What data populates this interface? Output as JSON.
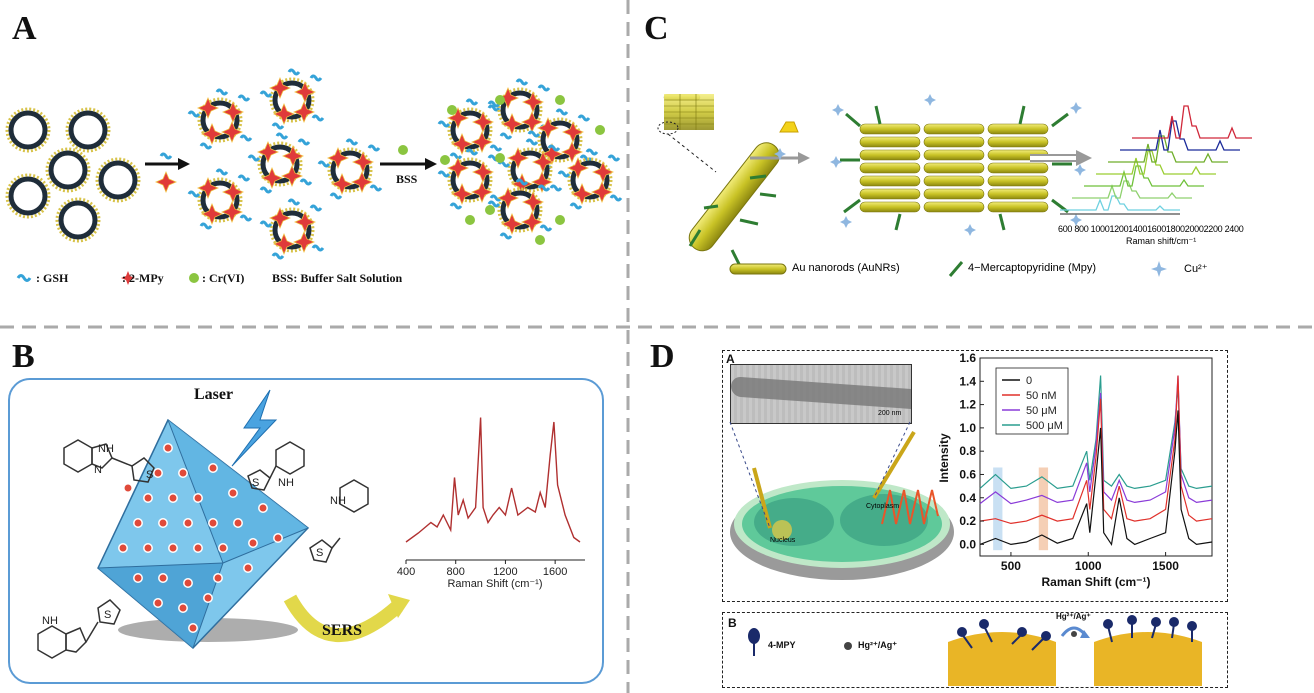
{
  "panels": {
    "A": {
      "label": "A",
      "arrow2_label": "BSS",
      "legend": {
        "gsh": "GSH",
        "mpy": "2-MPy",
        "cr": "Cr(VI)",
        "bss": "BSS: Buffer Salt Solution"
      }
    },
    "B": {
      "label": "B",
      "laser": "Laser",
      "sers": "SERS",
      "nh": "NH",
      "n": "N",
      "s": "S",
      "xlabel": "Raman Shift (cm⁻¹)",
      "xticks": [
        "400",
        "800",
        "1200",
        "1600"
      ]
    },
    "C": {
      "label": "C",
      "xlabel": "Raman shift/cm⁻¹",
      "xticks": "600 800 1000120014001600180020002200 2400",
      "legend": {
        "aunr": "Au nanorods (AuNRs)",
        "mpy": "4−Mercaptopyridine (Mpy)",
        "cu": "Cu²⁺"
      }
    },
    "D": {
      "label": "D",
      "subA": "A",
      "subB": "B",
      "scalebar": "200 nm",
      "cytoplasm": "Cytoplasm",
      "nucleus": "Nucleus",
      "ylabel": "Intensity",
      "xlabel": "Raman Shift (cm⁻¹)",
      "yticks": [
        "0.0",
        "0.2",
        "0.4",
        "0.6",
        "0.8",
        "1.0",
        "1.2",
        "1.4",
        "1.6"
      ],
      "xticks": [
        "500",
        "1000",
        "1500"
      ],
      "legend": [
        "0",
        "50 nM",
        "50 μM",
        "500 μM"
      ],
      "mpy": "4-MPY",
      "ion": "Hg²⁺/Ag⁺",
      "ion2": "Hg²⁺/Ag⁺"
    }
  },
  "chart_data": [
    {
      "type": "line",
      "panel": "B",
      "xlabel": "Raman Shift (cm⁻¹)",
      "xlim": [
        400,
        1800
      ],
      "x": [
        400,
        500,
        600,
        650,
        700,
        760,
        790,
        820,
        860,
        900,
        960,
        1000,
        1020,
        1060,
        1100,
        1150,
        1200,
        1250,
        1300,
        1380,
        1440,
        1480,
        1520,
        1560,
        1590,
        1620,
        1680,
        1750,
        1800
      ],
      "values": [
        0.12,
        0.18,
        0.25,
        0.22,
        0.3,
        0.2,
        0.55,
        0.3,
        0.4,
        0.28,
        0.35,
        0.95,
        0.35,
        0.25,
        0.3,
        0.35,
        0.3,
        0.48,
        0.3,
        0.35,
        0.32,
        0.45,
        0.35,
        0.7,
        0.92,
        0.5,
        0.3,
        0.15,
        0.12
      ]
    },
    {
      "type": "line",
      "panel": "D",
      "xlabel": "Raman Shift (cm⁻¹)",
      "ylabel": "Intensity",
      "xlim": [
        300,
        1800
      ],
      "ylim": [
        -0.1,
        1.6
      ],
      "series": [
        {
          "name": "0",
          "color": "#111111",
          "x": [
            300,
            400,
            500,
            600,
            700,
            800,
            900,
            990,
            1010,
            1050,
            1080,
            1100,
            1150,
            1200,
            1250,
            1300,
            1400,
            1500,
            1560,
            1580,
            1600,
            1650,
            1700,
            1800
          ],
          "values": [
            0.0,
            0.05,
            0.0,
            0.02,
            0.08,
            0.01,
            0.05,
            0.35,
            0.1,
            0.6,
            1.0,
            0.1,
            0.0,
            0.4,
            0.05,
            0.0,
            0.05,
            0.1,
            0.8,
            1.15,
            0.3,
            0.05,
            0.0,
            0.02
          ]
        },
        {
          "name": "50 nM",
          "color": "#e0302a",
          "x": [
            300,
            400,
            500,
            600,
            700,
            800,
            900,
            990,
            1010,
            1050,
            1080,
            1100,
            1150,
            1200,
            1250,
            1300,
            1400,
            1500,
            1560,
            1580,
            1600,
            1650,
            1700,
            1800
          ],
          "values": [
            0.2,
            0.22,
            0.18,
            0.2,
            0.25,
            0.2,
            0.22,
            0.55,
            0.3,
            0.75,
            1.25,
            0.3,
            0.22,
            0.5,
            0.22,
            0.2,
            0.22,
            0.3,
            0.9,
            1.45,
            0.5,
            0.25,
            0.2,
            0.22
          ]
        },
        {
          "name": "50 μM",
          "color": "#8a3bd8",
          "x": [
            300,
            400,
            500,
            600,
            700,
            800,
            900,
            990,
            1010,
            1050,
            1080,
            1100,
            1150,
            1200,
            1250,
            1300,
            1400,
            1500,
            1560,
            1580,
            1600,
            1650,
            1700,
            1800
          ],
          "values": [
            0.35,
            0.45,
            0.35,
            0.38,
            0.42,
            0.36,
            0.38,
            0.7,
            0.45,
            0.85,
            1.3,
            0.45,
            0.38,
            0.55,
            0.38,
            0.36,
            0.38,
            0.45,
            1.0,
            1.45,
            0.6,
            0.4,
            0.36,
            0.38
          ]
        },
        {
          "name": "500 μM",
          "color": "#2a9d8f",
          "x": [
            300,
            400,
            500,
            600,
            700,
            800,
            900,
            990,
            1010,
            1050,
            1080,
            1100,
            1150,
            1200,
            1250,
            1300,
            1400,
            1500,
            1560,
            1580,
            1600,
            1650,
            1700,
            1800
          ],
          "values": [
            0.48,
            0.6,
            0.48,
            0.5,
            0.58,
            0.48,
            0.5,
            0.8,
            0.55,
            0.9,
            1.45,
            0.55,
            0.5,
            0.6,
            0.5,
            0.48,
            0.5,
            0.55,
            1.05,
            1.35,
            0.65,
            0.5,
            0.48,
            0.5
          ]
        }
      ]
    }
  ],
  "colors": {
    "divider": "#aaaaaa",
    "gold": "#b8b21c",
    "blueBox": "#5b9bd5",
    "dark": "#111111"
  }
}
